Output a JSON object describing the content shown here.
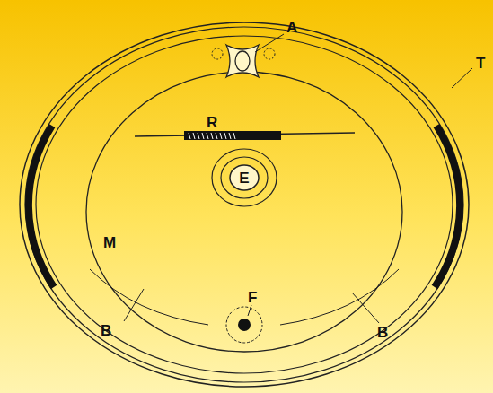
{
  "diagram": {
    "labels": [
      "A",
      "T",
      "R",
      "E",
      "M",
      "F",
      "B",
      "B"
    ]
  }
}
